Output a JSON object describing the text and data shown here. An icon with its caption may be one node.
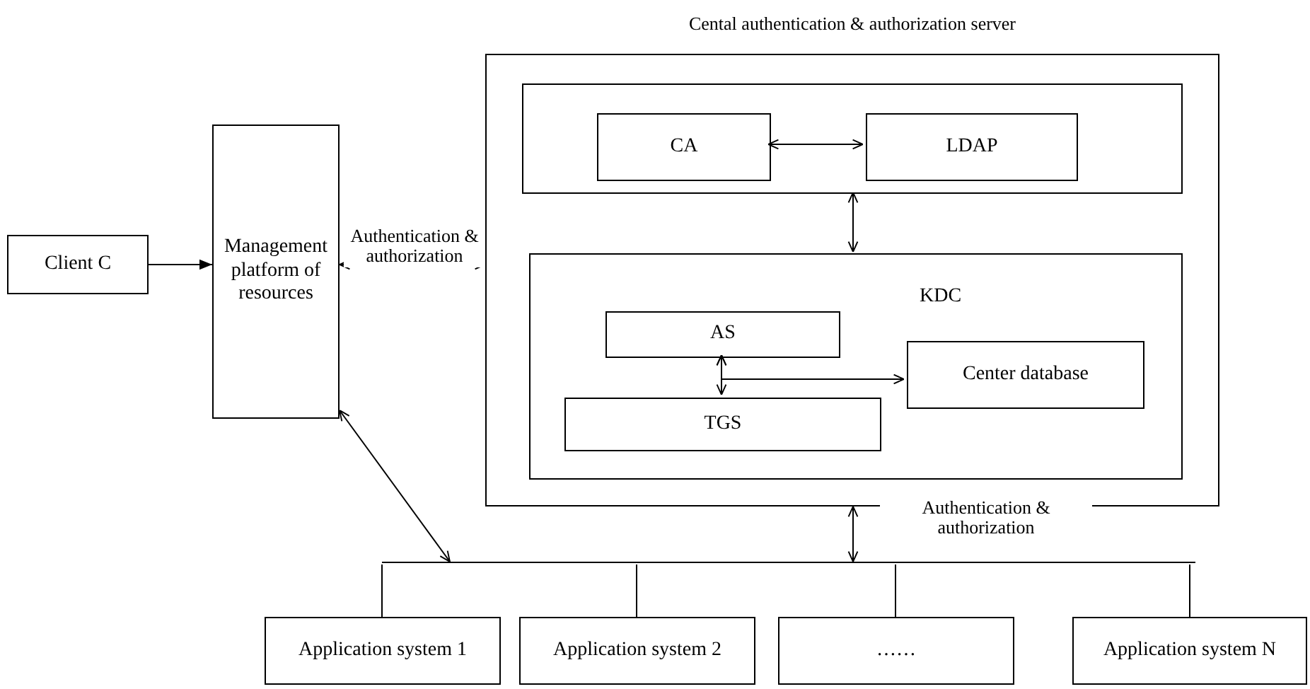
{
  "diagram": {
    "nodes": [
      {
        "text": [
          "Client C"
        ]
      },
      {
        "text": [
          "Management platform of resources"
        ]
      },
      {
        "text": [
          "Cental authentication & authorization server"
        ]
      },
      {
        "text": [],
        "shape": "box",
        "in": 2
      },
      {
        "text": [
          "CA"
        ],
        "in": 3
      },
      {
        "text": [
          "LDAP"
        ],
        "in": 3
      },
      {
        "text": [
          "KDC"
        ],
        "in": 2
      },
      {
        "text": [
          "AS"
        ],
        "in": 6
      },
      {
        "text": [
          "TGS"
        ],
        "in": 6
      },
      {
        "text": [
          "Center database"
        ],
        "in": 6
      },
      {
        "text": [],
        "shape": "bar"
      },
      {
        "text": [
          "Application system 1"
        ]
      },
      {
        "text": [
          "Application system 2"
        ]
      },
      {
        "text": [
          "……"
        ]
      },
      {
        "text": [
          "Application system N"
        ]
      }
    ],
    "edges": [
      {
        "from": 0,
        "to": 1,
        "arrow": "to"
      },
      {
        "from": 1,
        "to": 2,
        "arrow": "both",
        "label": "Authentication & authorization"
      },
      {
        "from": 4,
        "to": 5,
        "arrow": "both"
      },
      {
        "from": 3,
        "to": 6,
        "arrow": "both"
      },
      {
        "from": 7,
        "to": 8,
        "arrow": "both"
      },
      {
        "from": 9,
        "to": 7,
        "arrow": "both"
      },
      {
        "from": 1,
        "to": 10,
        "arrow": "both"
      },
      {
        "from": 2,
        "to": 10,
        "arrow": "both",
        "label": "Authentication & authorization"
      },
      {
        "from": 10,
        "to": 11,
        "arrow": "none"
      },
      {
        "from": 10,
        "to": 12,
        "arrow": "none"
      },
      {
        "from": 10,
        "to": 13,
        "arrow": "none"
      },
      {
        "from": 10,
        "to": 14,
        "arrow": "none"
      }
    ]
  }
}
